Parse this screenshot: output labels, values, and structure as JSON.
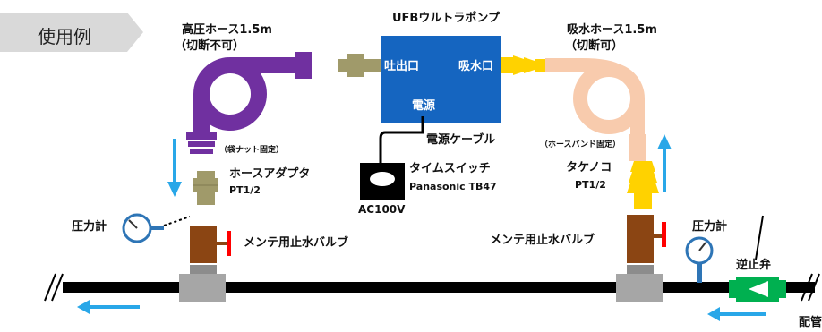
{
  "example_tag": "使用例",
  "pump": {
    "name": "UFBウルトラポンプ",
    "outlet": "吐出口",
    "inlet": "吸水口",
    "power": "電源",
    "cable": "電源ケーブル"
  },
  "high_pressure_hose": {
    "line1": "高圧ホース1.5m",
    "line2": "（切断不可）",
    "fitting": "（袋ナット固定）"
  },
  "suction_hose": {
    "line1": "吸水ホース1.5m",
    "line2": "（切断可）",
    "fitting": "（ホースバンド固定）"
  },
  "timer": {
    "name": "タイムスイッチ",
    "model": "Panasonic TB47",
    "power": "AC100V"
  },
  "hose_adapter": {
    "name": "ホースアダプタ",
    "thread": "PT1/2"
  },
  "takenoko": {
    "name": "タケノコ",
    "thread": "PT1/2"
  },
  "gauge_left": "圧力計",
  "gauge_right": "圧力計",
  "valve_left": "メンテ用止水バルブ",
  "valve_right": "メンテ用止水バルブ",
  "check_valve": "逆止弁",
  "pipe": "配管",
  "colors": {
    "pump_blue": "#1565c0",
    "high_pressure_hose": "#7030a0",
    "suction_hose": "#f8cbad",
    "fitting_brass": "#a09a6a",
    "takenoko_yellow": "#ffd200",
    "valve_brown": "#8b4513",
    "arrow_blue": "#29a7e8",
    "check_valve_green": "#00b050",
    "tag_gray": "#d9d9d9"
  }
}
